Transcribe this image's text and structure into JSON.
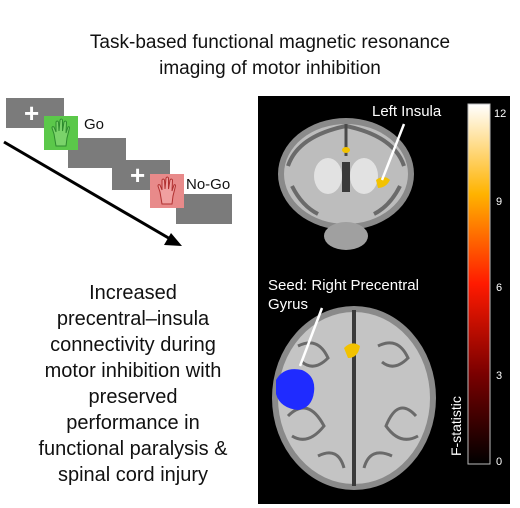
{
  "title": {
    "line1": "Task-based functional magnetic resonance",
    "line2": "imaging of motor inhibition"
  },
  "task": {
    "go_label": "Go",
    "nogo_label": "No-Go",
    "fixation_symbol": "+",
    "go_color": "#5bc84a",
    "nogo_color": "#e88a8a",
    "screen_color": "#7b7b7b"
  },
  "summary": {
    "lines": [
      "Increased",
      "precentral–insula",
      "connectivity during",
      "motor inhibition with",
      "preserved",
      "performance in",
      "functional paralysis &",
      "spinal cord injury"
    ]
  },
  "figure": {
    "top_label": "Left Insula",
    "seed_label_line1": "Seed: Right Precentral",
    "seed_label_line2": "Gyrus",
    "colorbar_title": "F-statistic",
    "colorbar_ticks": [
      "12",
      "9",
      "6",
      "3",
      "0"
    ],
    "seed_color": "#1f2bff",
    "activation_color": "#f2c200"
  }
}
